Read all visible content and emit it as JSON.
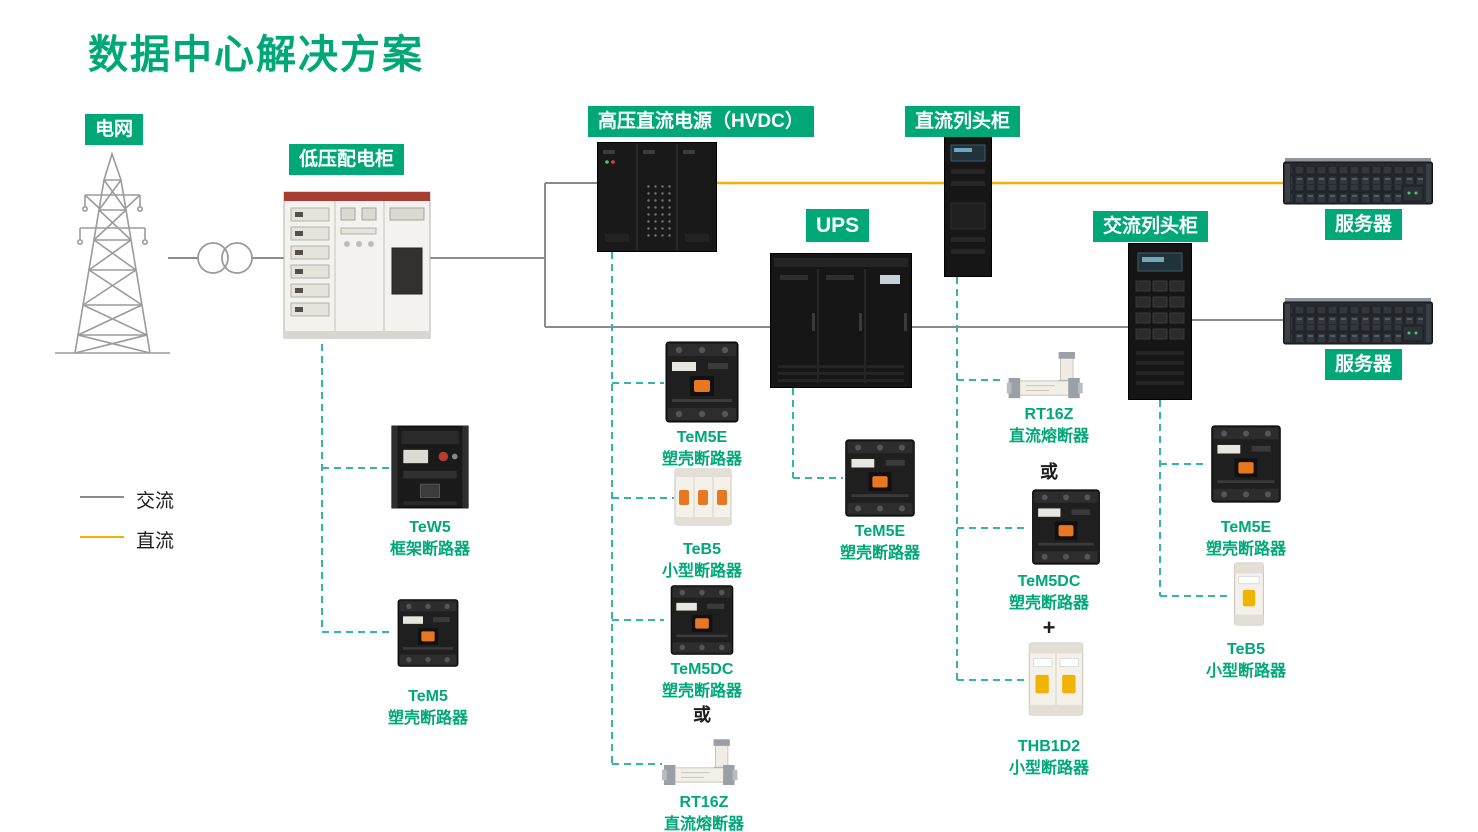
{
  "page": {
    "title": "数据中心解决方案"
  },
  "legend": {
    "ac_label": "交流",
    "dc_label": "直流"
  },
  "nodes": {
    "grid": {
      "label": "电网"
    },
    "lv_cabinet": {
      "label": "低压配电柜"
    },
    "hvdc": {
      "label": "高压直流电源（HVDC）"
    },
    "dc_row": {
      "label": "直流列头柜"
    },
    "ups": {
      "label": "UPS"
    },
    "ac_row": {
      "label": "交流列头柜"
    },
    "server_top": {
      "label": "服务器"
    },
    "server_bottom": {
      "label": "服务器"
    }
  },
  "products": {
    "tew5": {
      "name": "TeW5",
      "desc": "框架断路器"
    },
    "tem5": {
      "name": "TeM5",
      "desc": "塑壳断路器"
    },
    "tem5e_hvdc": {
      "name": "TeM5E",
      "desc": "塑壳断路器"
    },
    "teb5_hvdc": {
      "name": "TeB5",
      "desc": "小型断路器"
    },
    "tem5dc_hvdc": {
      "name": "TeM5DC",
      "desc": "塑壳断路器"
    },
    "rt16z_hvdc": {
      "name": "RT16Z",
      "desc": "直流熔断器"
    },
    "tem5e_ups": {
      "name": "TeM5E",
      "desc": "塑壳断路器"
    },
    "rt16z_dcrow": {
      "name": "RT16Z",
      "desc": "直流熔断器"
    },
    "tem5dc_dcrow": {
      "name": "TeM5DC",
      "desc": "塑壳断路器"
    },
    "thb1d2": {
      "name": "THB1D2",
      "desc": "小型断路器"
    },
    "tem5e_acrow": {
      "name": "TeM5E",
      "desc": "塑壳断路器"
    },
    "teb5_acrow": {
      "name": "TeB5",
      "desc": "小型断路器"
    }
  },
  "operators": {
    "or_hvdc": "或",
    "or_dcrow": "或",
    "plus_dcrow": "+"
  },
  "colors": {
    "brand_green": "#00A878",
    "dash_teal": "#35B5A5",
    "ac_gray": "#8C8C8C",
    "dc_yellow": "#F2B300"
  }
}
